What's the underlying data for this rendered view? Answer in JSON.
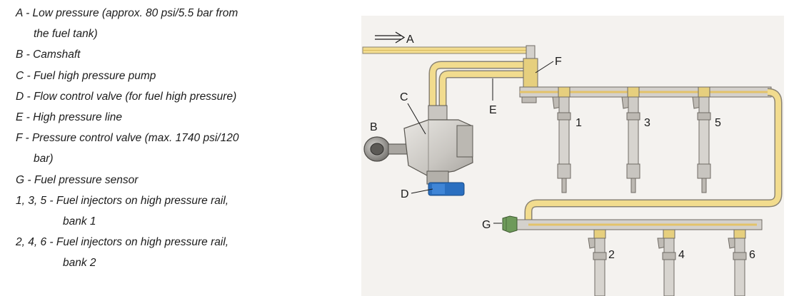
{
  "legend": [
    {
      "line1": "A - Low pressure (approx. 80 psi/5.5 bar from",
      "line2": "the fuel tank)"
    },
    {
      "line1": "B - Camshaft"
    },
    {
      "line1": "C - Fuel high pressure pump"
    },
    {
      "line1": "D - Flow control valve (for fuel high pressure)"
    },
    {
      "line1": "E - High pressure line"
    },
    {
      "line1": "F - Pressure control valve (max. 1740 psi/120",
      "line2": "bar)"
    },
    {
      "line1": "G - Fuel pressure sensor"
    },
    {
      "line1": "1, 3, 5 - Fuel injectors on high pressure rail,",
      "line2": "bank 1"
    },
    {
      "line1": "2, 4, 6 - Fuel injectors on high pressure rail,",
      "line2": "bank 2"
    }
  ],
  "labels": {
    "A": "A",
    "B": "B",
    "C": "C",
    "D": "D",
    "E": "E",
    "F": "F",
    "G": "G",
    "inj1": "1",
    "inj2": "2",
    "inj3": "3",
    "inj4": "4",
    "inj5": "5",
    "inj6": "6"
  },
  "colors": {
    "fuel": "#f2dc8e",
    "metal": "#d4d1cc",
    "valve": "#2a6fc0",
    "sensor": "#6e9a5a",
    "background": "#f4f2ef"
  }
}
